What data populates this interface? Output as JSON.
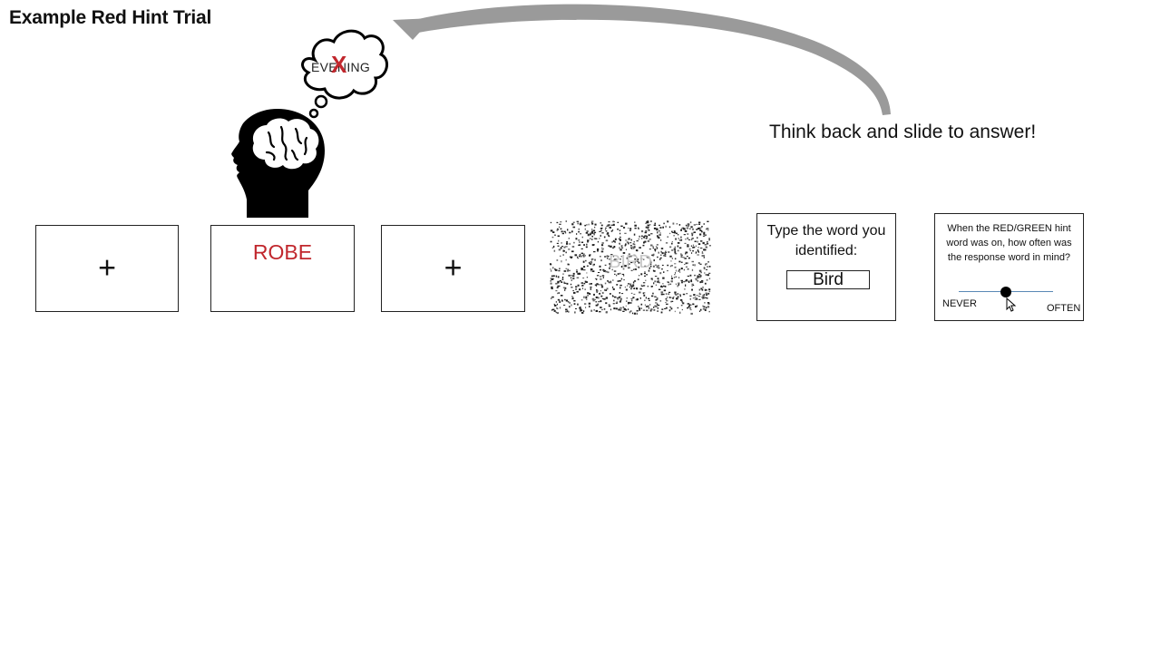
{
  "title": "Example Red Hint Trial",
  "colors": {
    "hint_red": "#c1272d",
    "arrow_gray": "#9a9a9a",
    "slider_track": "#5a88b5"
  },
  "thought": {
    "word": "EVENING",
    "mark": "X",
    "icons": [
      "head-silhouette-icon",
      "brain-icon",
      "thought-bubble-icon"
    ]
  },
  "caption": "Think back and slide to answer!",
  "screens": [
    {
      "kind": "fixation",
      "symbol": "+"
    },
    {
      "kind": "hint",
      "word": "ROBE"
    },
    {
      "kind": "fixation",
      "symbol": "+"
    },
    {
      "kind": "masked-word",
      "word": "BIRD"
    },
    {
      "kind": "type-response",
      "prompt": "Type the word you identified:",
      "value": "Bird"
    },
    {
      "kind": "slider-rating",
      "question": "When the RED/GREEN hint word was on, how often was the response word in mind?",
      "min_label": "NEVER",
      "max_label": "OFTEN",
      "value": 0.5
    }
  ]
}
